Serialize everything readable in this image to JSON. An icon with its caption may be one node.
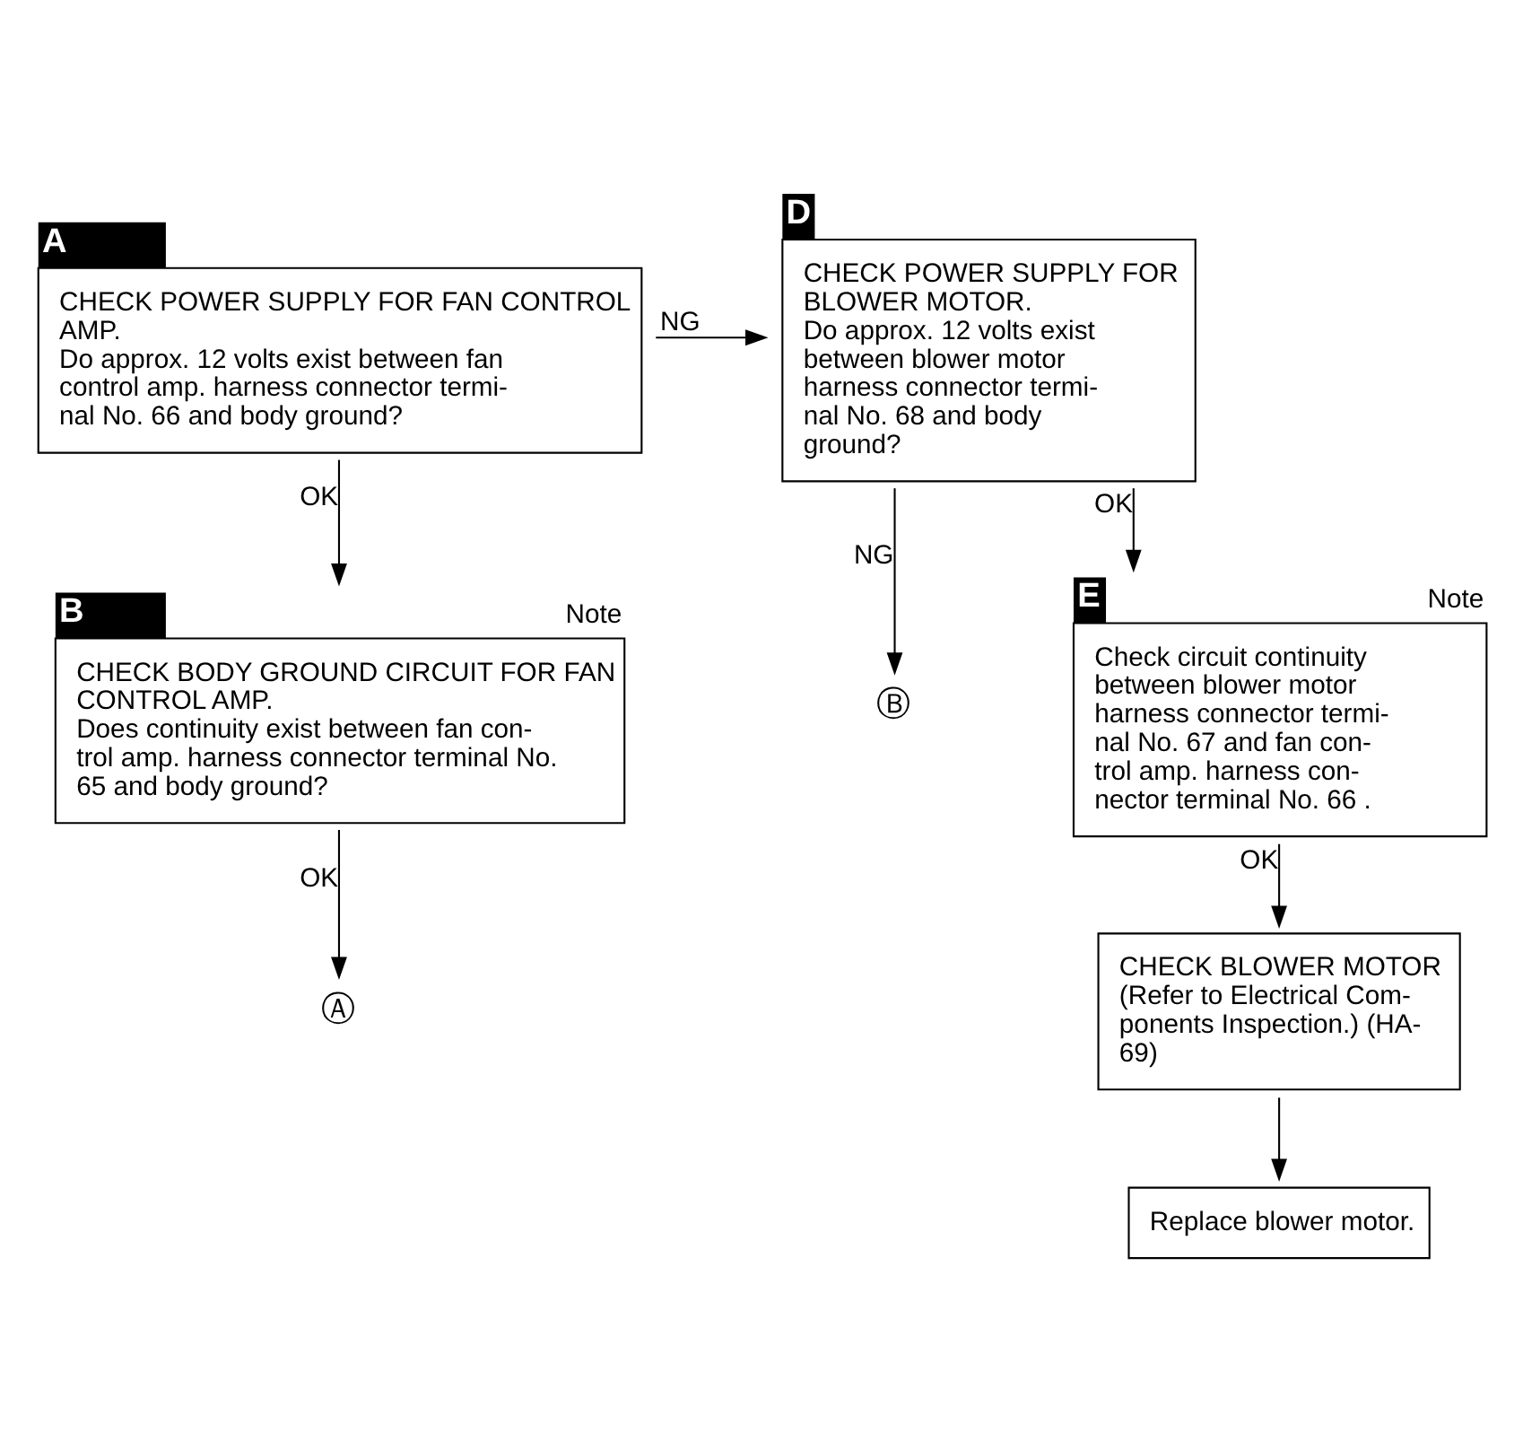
{
  "diagram": {
    "nodes": [
      {
        "text": [
          "A",
          "CHECK POWER SUPPLY FOR FAN CONTROL AMP.",
          "Do approx. 12 volts exist between fan control amp. harness connector termi- nal No. 66 and body ground?"
        ]
      },
      {
        "text": [
          "D",
          "CHECK POWER SUPPLY FOR BLOWER MOTOR.",
          "Do approx. 12 volts exist between blower motor harness connector termi- nal No. 68 and body ground?"
        ]
      },
      {
        "text": [
          "Ⓑ"
        ]
      },
      {
        "text": [
          "B",
          "CHECK BODY GROUND CIRCUIT FOR FAN CONTROL AMP.",
          "Does continuity exist between fan con- trol amp. harness connector terminal No. 65 and body ground?"
        ],
        "beside": [
          "Note"
        ]
      },
      {
        "text": [
          "E",
          "Check circuit continuity between blower motor harness connector termi- nal No. 67 and fan con- trol amp. harness con- nector terminal No. 66 ."
        ],
        "beside": [
          "Note"
        ]
      },
      {
        "text": [
          "CHECK BLOWER MOTOR",
          "(Refer to Electrical Com- ponents Inspection.) (HA- 69)"
        ]
      },
      {
        "text": [
          "Replace blower motor."
        ]
      },
      {
        "text": [
          "Ⓐ"
        ]
      }
    ],
    "edges": [
      {
        "from": 0,
        "to": 1,
        "arrow": "to",
        "label": "NG"
      },
      {
        "from": 0,
        "to": 3,
        "arrow": "to",
        "label": "OK"
      },
      {
        "from": 1,
        "to": 2,
        "arrow": "to",
        "label": "NG"
      },
      {
        "from": 1,
        "to": 4,
        "arrow": "to",
        "label": "OK"
      },
      {
        "from": 3,
        "to": 7,
        "arrow": "to",
        "label": "OK"
      },
      {
        "from": 4,
        "to": 5,
        "arrow": "to",
        "label": "OK"
      },
      {
        "from": 5,
        "to": 6,
        "arrow": "to"
      }
    ]
  }
}
